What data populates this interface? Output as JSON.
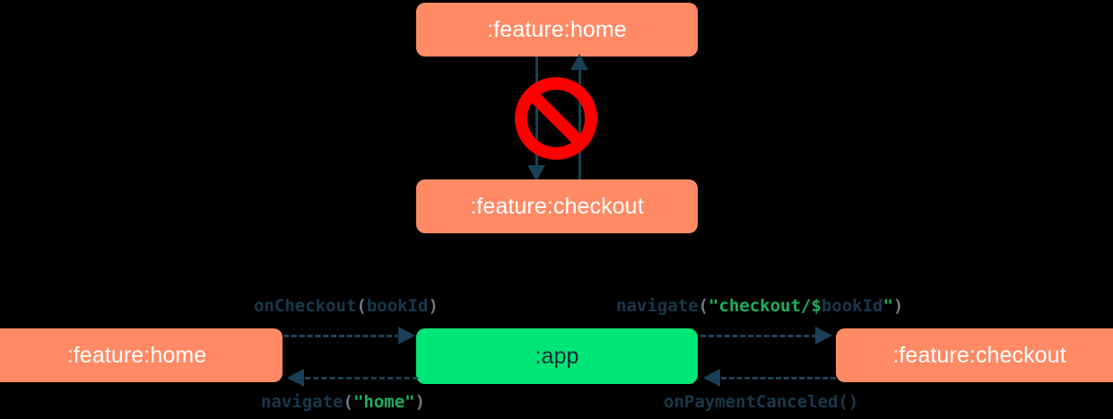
{
  "diagram": {
    "background_color": "#000000",
    "node_orange_color": "#FF8A65",
    "node_green_color": "#00E676",
    "connector_color": "#1B3F54",
    "forbidden_color": "#FF0000"
  },
  "top_cluster": {
    "home_label": ":feature:home",
    "checkout_label": ":feature:checkout",
    "forbidden_icon": "no-entry-sign-icon"
  },
  "bottom_row": {
    "home_label": ":feature:home",
    "app_label": ":app",
    "checkout_label": ":feature:checkout"
  },
  "edge_labels": {
    "on_checkout": {
      "fn": "onCheckout",
      "open_paren": "(",
      "arg": "bookId",
      "close_paren": ")"
    },
    "navigate_checkout": {
      "fn": "navigate",
      "open_paren": "(",
      "str_open": "\"checkout/$",
      "arg": "bookId",
      "str_close": "\"",
      "close_paren": ")"
    },
    "navigate_home": {
      "fn": "navigate",
      "open_paren": "(",
      "str": "\"home\"",
      "close_paren": ")"
    },
    "on_payment_canceled": {
      "fn": "onPaymentCanceled",
      "parens": "()"
    }
  }
}
